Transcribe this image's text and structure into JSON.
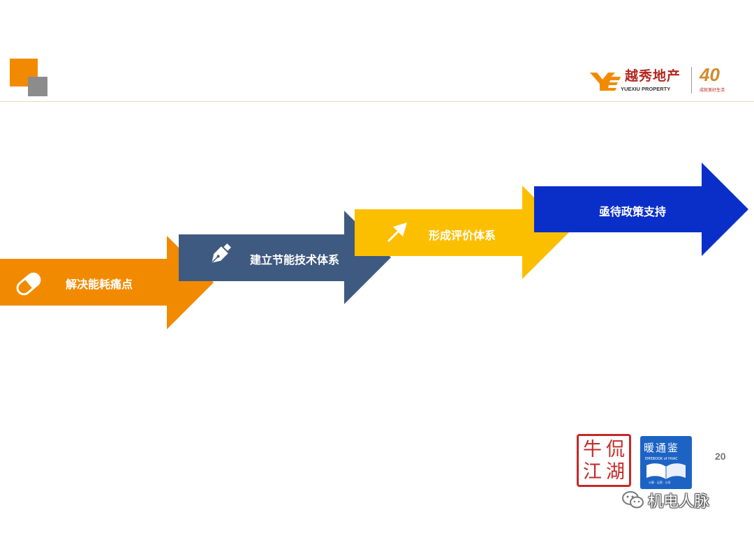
{
  "header": {
    "logo": {
      "cn_name": "越秀地产",
      "en_name": "YUEXIU PROPERTY",
      "anniversary": "40",
      "anniversary_slogan": "成就美好生活",
      "brand_color": "#b5261e",
      "accent_color": "#d38a2b"
    }
  },
  "decor": {
    "corner_colors": [
      "#f28a00",
      "#8c8c8c"
    ]
  },
  "steps": [
    {
      "label": "解决能耗痛点",
      "icon": "pill-icon",
      "color": "#f28a00"
    },
    {
      "label": "建立节能技术体系",
      "icon": "pen-icon",
      "color": "#3f5a80"
    },
    {
      "label": "形成评价体系",
      "icon": "cursor-arrow-icon",
      "color": "#fcbf00"
    },
    {
      "label": "亟待政策支持",
      "icon": "",
      "color": "#0a2fc9"
    }
  ],
  "page_number": "20",
  "stamps": {
    "red_stamp_chars": [
      "牛",
      "侃",
      "江",
      "湖"
    ],
    "blue_stamp_title": "暖通鉴",
    "blue_stamp_en": "EMEBOOK of HVAC",
    "blue_stamp_footer": "计算 · 运营 · 分享"
  },
  "watermark": {
    "icon": "wechat-icon",
    "text": "机电人脉"
  }
}
